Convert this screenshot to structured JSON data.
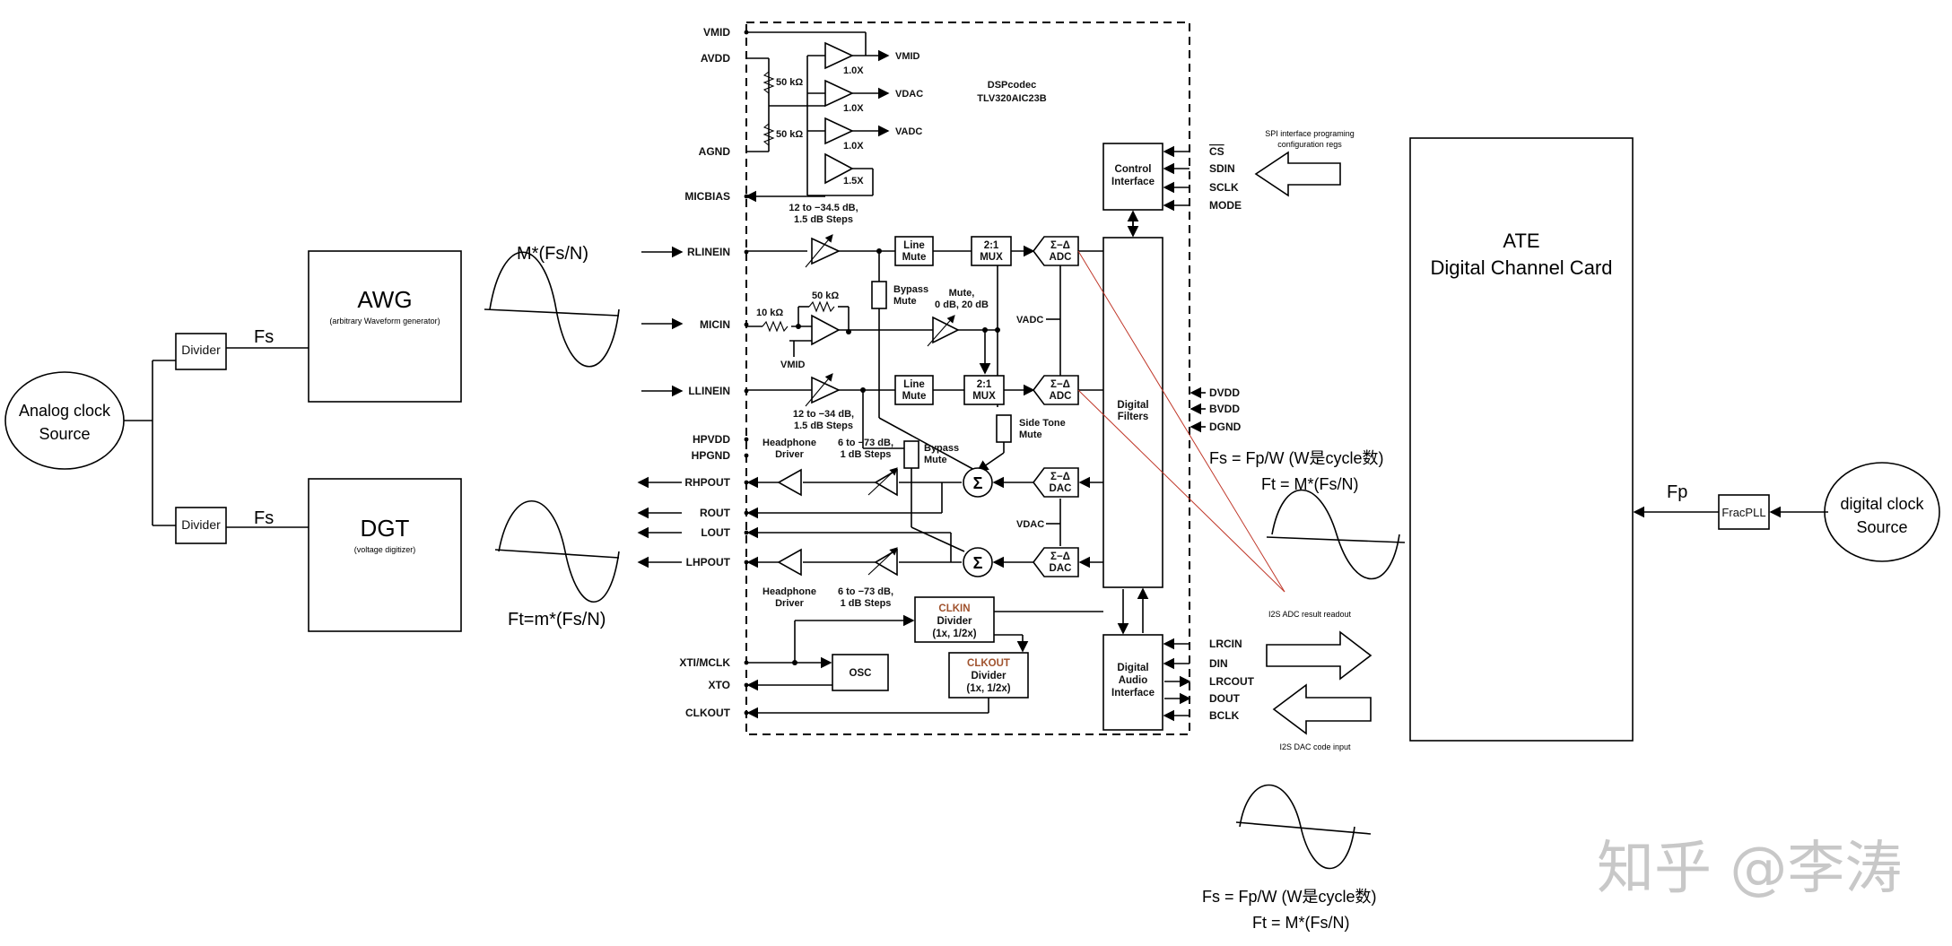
{
  "left": {
    "analog_clock": "Analog clock\nSource",
    "divider": "Divider",
    "fs": "Fs",
    "awg_title": "AWG",
    "awg_sub": "(arbitrary Waveform generator)",
    "dgt_title": "DGT",
    "dgt_sub": "(voltage digitizer)",
    "awg_out": "M*(Fs/N)",
    "dgt_in": "Ft=m*(Fs/N)"
  },
  "chip": {
    "title1": "DSPcodec",
    "title2": "TLV320AIC23B",
    "pins_left": [
      "VMID",
      "AVDD",
      "AGND",
      "MICBIAS",
      "RLINEIN",
      "MICIN",
      "LLINEIN",
      "HPVDD",
      "HPGND",
      "RHPOUT",
      "ROUT",
      "LOUT",
      "LHPOUT",
      "XTI/MCLK",
      "XTO",
      "CLKOUT"
    ],
    "pins_right": [
      "CS",
      "SDIN",
      "SCLK",
      "MODE",
      "DVDD",
      "BVDD",
      "DGND",
      "LRCIN",
      "DIN",
      "LRCOUT",
      "DOUT",
      "BCLK"
    ],
    "buffers": [
      "VMID",
      "VDAC",
      "VADC"
    ],
    "gains": [
      "1.0X",
      "1.0X",
      "1.0X",
      "1.5X"
    ],
    "res_50k": "50 kΩ",
    "res_10k": "10 kΩ",
    "steps_r": "12 to −34.5 dB,\n1.5 dB Steps",
    "steps_l": "12 to −34 dB,\n1.5 dB Steps",
    "hp_steps": "6 to −73 dB,\n1 dB Steps",
    "hp_driver": "Headphone\nDriver",
    "line_mute": "Line\nMute",
    "mux": "2:1\nMUX",
    "adc": "Σ−Δ\nADC",
    "dac": "Σ−Δ\nDAC",
    "bypass": "Bypass\nMute",
    "mic_mute": "Mute,\n0 dB, 20 dB",
    "side_tone": "Side Tone\nMute",
    "vadc": "VADC",
    "vdac": "VDAC",
    "vmid_lbl": "VMID",
    "control": "Control\nInterface",
    "filters": "Digital\nFilters",
    "audio_if": "Digital\nAudio\nInterface",
    "clkin": "CLKIN\nDivider\n(1x, 1/2x)",
    "clkout": "CLKOUT\nDivider\n(1x, 1/2x)",
    "osc": "OSC",
    "sigma": "Σ"
  },
  "right": {
    "spi_note": "SPI interface programing\nconfiguration regs",
    "i2s_adc": "I2S ADC result readout",
    "i2s_dac": "I2S DAC code input",
    "eq1a": "Fs = Fp/W (W是cycle数)",
    "eq1b": "Ft = M*(Fs/N)",
    "eq2a": "Fs = Fp/W (W是cycle数)",
    "eq2b": "Ft = M*(Fs/N)",
    "ate": "ATE\nDigital Channel Card",
    "fp": "Fp",
    "fracpll": "FracPLL",
    "digital_clock": "digital clock\nSource",
    "watermark": "知乎 @李涛"
  }
}
